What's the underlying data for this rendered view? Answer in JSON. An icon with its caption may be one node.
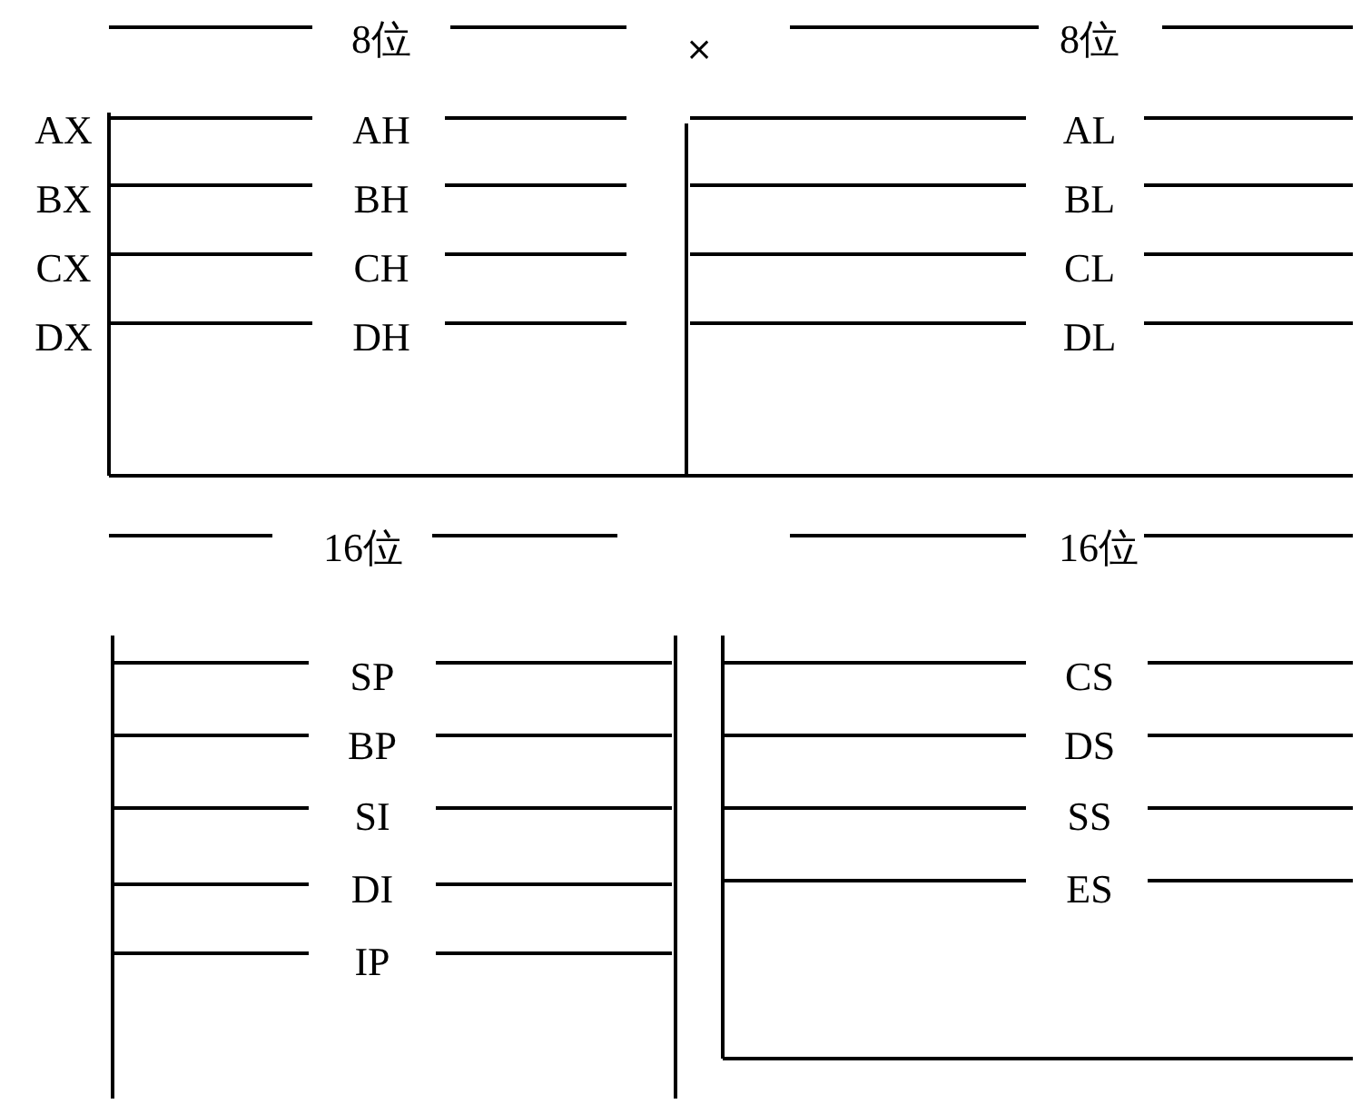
{
  "diagram": {
    "labels": [
      "8位",
      "×",
      "8位",
      "AX",
      "AH",
      "AL",
      "BX",
      "BH",
      "BL",
      "CX",
      "CH",
      "CL",
      "DX",
      "DH",
      "DL",
      "16位",
      "16位",
      "SP",
      "CS",
      "BP",
      "DS",
      "SI",
      "SS",
      "DI",
      "ES",
      "IP"
    ]
  }
}
